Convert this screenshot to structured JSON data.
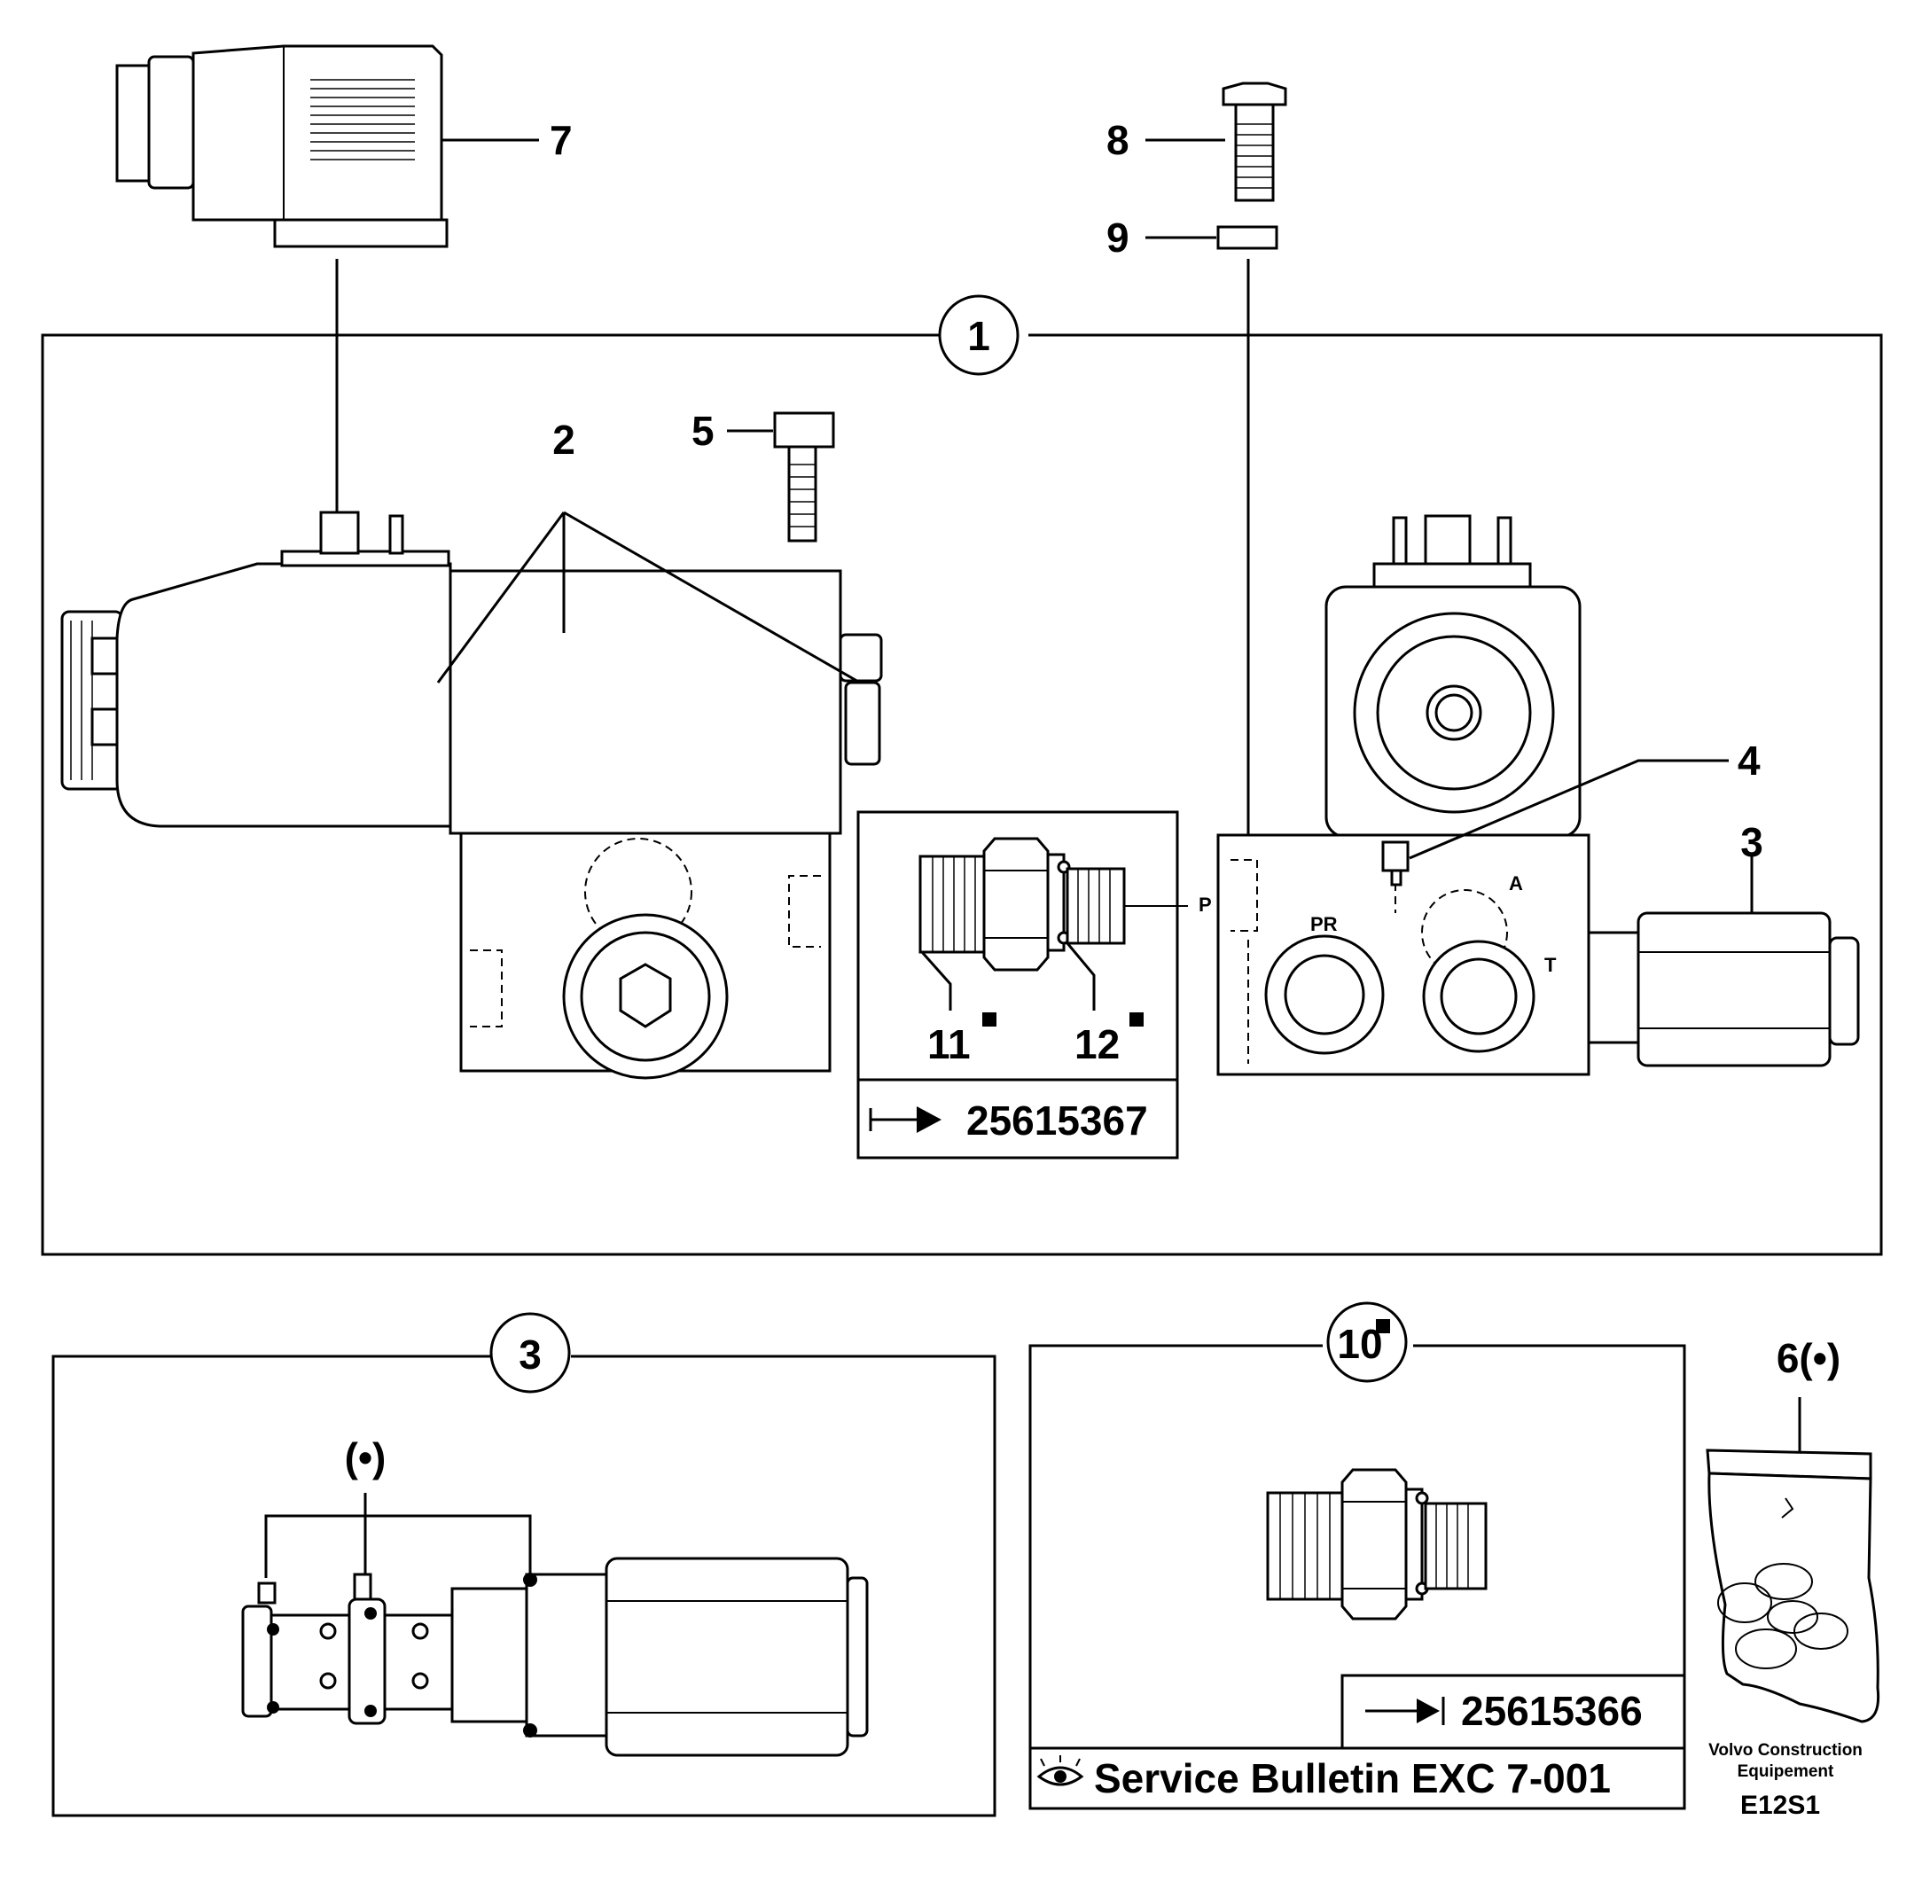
{
  "callouts": {
    "c1": "1",
    "c2": "2",
    "c3": "3",
    "c4": "4",
    "c5": "5",
    "c6": "6(•)",
    "c7": "7",
    "c8": "8",
    "c9": "9",
    "c10": "10",
    "c11": "11",
    "c12": "12",
    "frame3": "3",
    "oring": "(•)"
  },
  "ports": {
    "p": "P",
    "pr": "PR",
    "a": "A",
    "t": "T"
  },
  "references": {
    "kit_1": "25615367",
    "kit_10": "25615366",
    "bulletin": "Service Bulletin EXC 7-001"
  },
  "footer": {
    "brand_line1": "Volvo Construction",
    "brand_line2": "Equipement",
    "code": "E12S1"
  },
  "icons": [
    "arrow-right-icon",
    "arrow-to-bar-icon",
    "eye-icon",
    "square-marker-icon"
  ]
}
